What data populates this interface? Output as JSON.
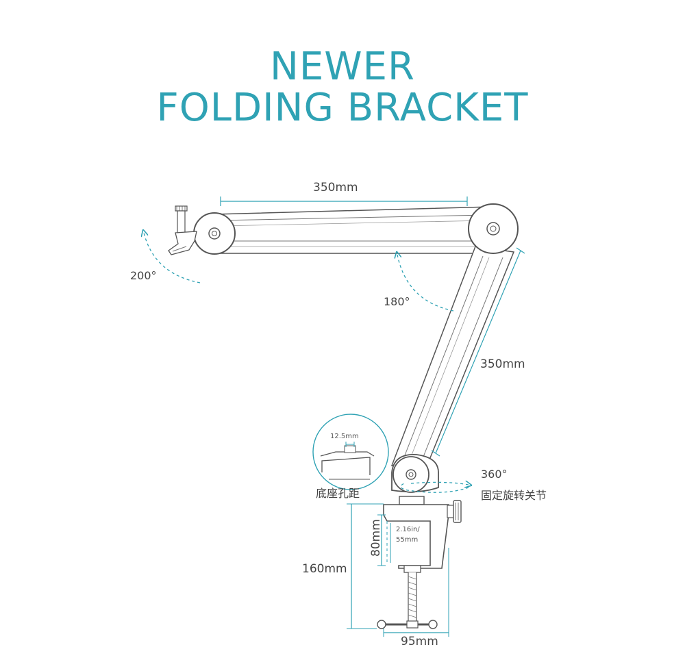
{
  "title": {
    "line1": "NEWER",
    "line2": "FOLDING BRACKET"
  },
  "labels": {
    "top_arm_length": "350mm",
    "tilt_angle_head": "200°",
    "fold_angle_elbow": "180°",
    "lower_arm_length": "350mm",
    "base_hole_size": "12.5mm",
    "base_hole_caption": "底座孔距",
    "base_rotation_angle": "360°",
    "base_rotation_caption": "固定旋转关节",
    "clamp_opening_line1": "2.16in/",
    "clamp_opening_line2": "55mm",
    "clamp_height": "80mm",
    "total_height": "160mm",
    "clamp_width": "95mm"
  },
  "colors": {
    "accent": "#2fa2b4",
    "line": "#555555",
    "text": "#444444"
  }
}
